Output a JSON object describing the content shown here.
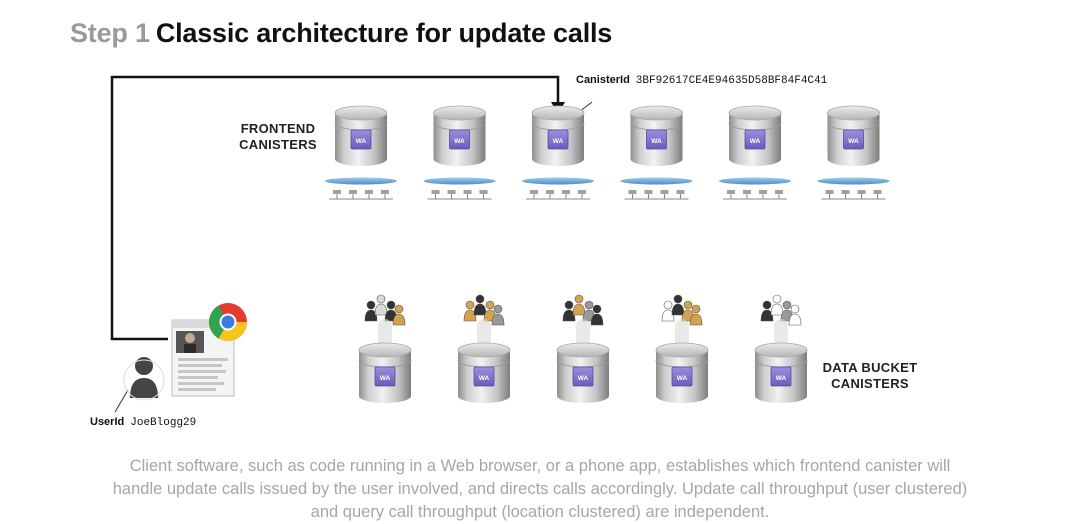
{
  "title": {
    "step": "Step 1",
    "main": "Classic architecture for update calls"
  },
  "frontend_label": {
    "line1": "FRONTEND",
    "line2": "CANISTERS"
  },
  "data_label": {
    "line1": "DATA BUCKET",
    "line2": "CANISTERS"
  },
  "canister_id": {
    "key": "CanisterId",
    "value": "3BF92617CE4E94635D58BF84F4C41"
  },
  "user_id": {
    "key": "UserId",
    "value": "JoeBlogg29"
  },
  "canister_badge": "WA",
  "frontend_count": 6,
  "data_bucket_count": 5,
  "caption": "Client software, such as code running in a Web browser, or a phone app, establishes which frontend canister will handle update calls issued by the user involved, and directs calls accordingly. Update call throughput (user clustered) and query call throughput (location clustered) are independent.",
  "colors": {
    "arrow": "#111111",
    "badge": "#7b6fc4",
    "disk": "#6aaad6",
    "caption": "#a6a6a6"
  }
}
